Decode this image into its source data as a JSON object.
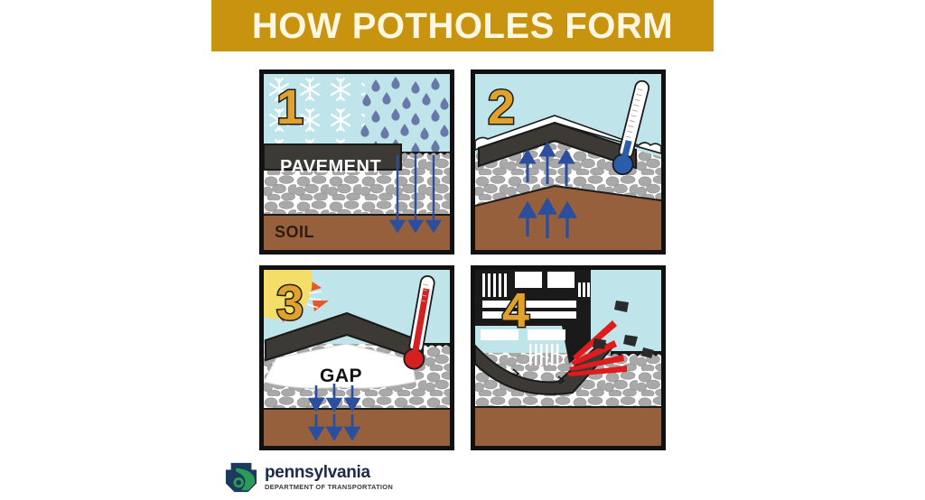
{
  "poster": {
    "title": "HOW POTHOLES FORM",
    "background_color": "#ffffff",
    "banner_color": "#c8930f",
    "title_color": "#fdf6e0"
  },
  "palette": {
    "sky": "#bfe4ea",
    "pavement": "#3d3a36",
    "gravel_stone": "#a9a9a9",
    "gravel_mortar": "#ffffff",
    "soil": "#96603c",
    "water_blue": "#6878a8",
    "arrow_blue": "#2b4f9e",
    "number_gold": "#e0a22c",
    "outline_black": "#111111",
    "mercury_red": "#d42020",
    "mercury_blue": "#2b5eaa",
    "sun_yellow": "#f5dd6a",
    "sun_ray_orange": "#e8562a",
    "impact_red": "#e01b1b",
    "snow_white": "#ffffff"
  },
  "panels": [
    {
      "number": "1",
      "name": "panel-precipitation",
      "labels": {
        "pavement": "PAVEMENT",
        "soil": "SOIL"
      },
      "elements": [
        "snowflakes",
        "raindrops",
        "water-seepage-arrows",
        "pavement-layer",
        "gravel-layer",
        "soil-layer"
      ]
    },
    {
      "number": "2",
      "name": "panel-freeze",
      "labels": {},
      "elements": [
        "snow-cover",
        "cold-thermometer",
        "frost-heave-arrows-up",
        "buckled-pavement",
        "gravel-layer",
        "soil-layer"
      ]
    },
    {
      "number": "3",
      "name": "panel-thaw",
      "labels": {
        "gap": "GAP"
      },
      "elements": [
        "sun",
        "warm-thermometer",
        "thaw-arrows-down",
        "gap-void",
        "arched-pavement",
        "gravel-layer",
        "soil-layer"
      ]
    },
    {
      "number": "4",
      "name": "panel-collapse",
      "labels": {},
      "elements": [
        "truck",
        "impact-streaks",
        "debris-chunks",
        "collapsed-pavement",
        "gravel-layer",
        "soil-layer"
      ]
    }
  ],
  "footer": {
    "agency_name": "pennsylvania",
    "agency_subtitle": "DEPARTMENT OF TRANSPORTATION",
    "keystone_navy": "#1b3a5c",
    "keystone_green": "#2a9d54"
  }
}
